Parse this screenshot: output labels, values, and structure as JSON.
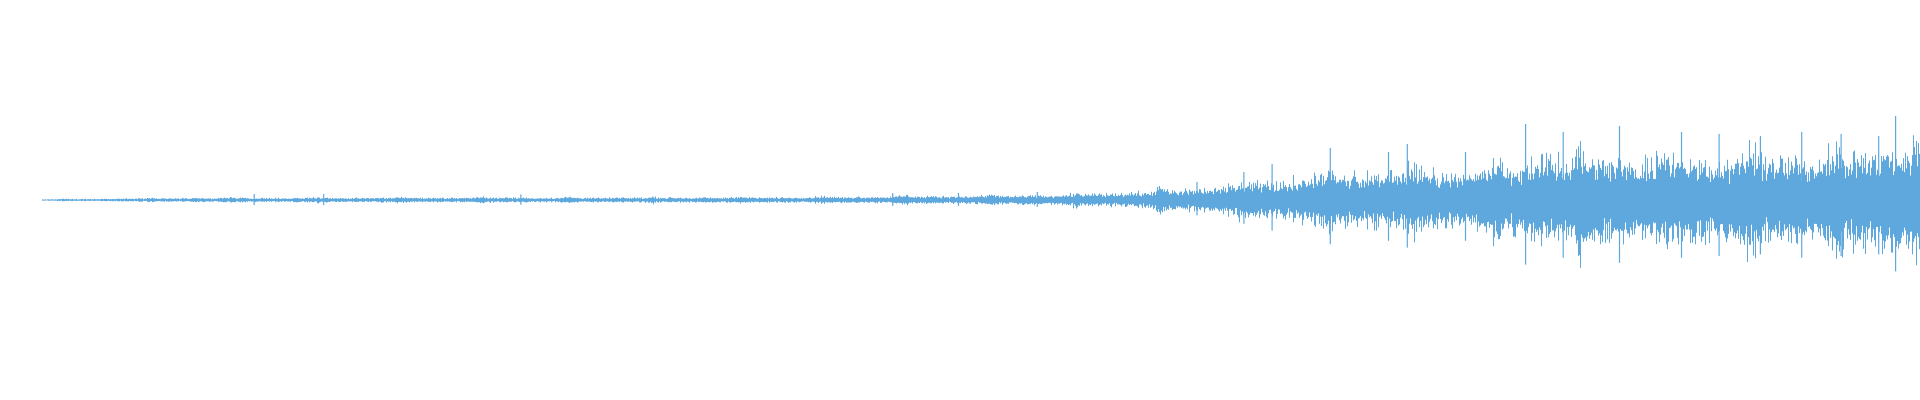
{
  "waveform": {
    "color": "#5ea8de",
    "background": "#ffffff",
    "amplitude_profile": [
      {
        "t": 0.0,
        "a": 0.004
      },
      {
        "t": 0.05,
        "a": 0.01
      },
      {
        "t": 0.1,
        "a": 0.012
      },
      {
        "t": 0.2,
        "a": 0.014
      },
      {
        "t": 0.3,
        "a": 0.014
      },
      {
        "t": 0.4,
        "a": 0.016
      },
      {
        "t": 0.45,
        "a": 0.02
      },
      {
        "t": 0.5,
        "a": 0.024
      },
      {
        "t": 0.55,
        "a": 0.03
      },
      {
        "t": 0.58,
        "a": 0.045
      },
      {
        "t": 0.62,
        "a": 0.07
      },
      {
        "t": 0.66,
        "a": 0.12
      },
      {
        "t": 0.7,
        "a": 0.16
      },
      {
        "t": 0.78,
        "a": 0.18
      },
      {
        "t": 0.8,
        "a": 0.25
      },
      {
        "t": 0.88,
        "a": 0.24
      },
      {
        "t": 0.94,
        "a": 0.25
      },
      {
        "t": 0.985,
        "a": 0.3
      },
      {
        "t": 1.0,
        "a": 0.26
      }
    ],
    "peaks": [
      {
        "t": 0.113,
        "a": 0.03
      },
      {
        "t": 0.15,
        "a": 0.03
      },
      {
        "t": 0.255,
        "a": 0.028
      },
      {
        "t": 0.453,
        "a": 0.035
      },
      {
        "t": 0.488,
        "a": 0.035
      },
      {
        "t": 0.53,
        "a": 0.04
      },
      {
        "t": 0.595,
        "a": 0.07
      },
      {
        "t": 0.615,
        "a": 0.09
      },
      {
        "t": 0.64,
        "a": 0.14
      },
      {
        "t": 0.655,
        "a": 0.18
      },
      {
        "t": 0.686,
        "a": 0.26
      },
      {
        "t": 0.717,
        "a": 0.24
      },
      {
        "t": 0.727,
        "a": 0.28
      },
      {
        "t": 0.758,
        "a": 0.24
      },
      {
        "t": 0.79,
        "a": 0.38
      },
      {
        "t": 0.81,
        "a": 0.34
      },
      {
        "t": 0.84,
        "a": 0.37
      },
      {
        "t": 0.873,
        "a": 0.34
      },
      {
        "t": 0.893,
        "a": 0.33
      },
      {
        "t": 0.915,
        "a": 0.32
      },
      {
        "t": 0.937,
        "a": 0.34
      },
      {
        "t": 0.958,
        "a": 0.33
      },
      {
        "t": 0.978,
        "a": 0.32
      },
      {
        "t": 0.987,
        "a": 0.42
      }
    ]
  }
}
